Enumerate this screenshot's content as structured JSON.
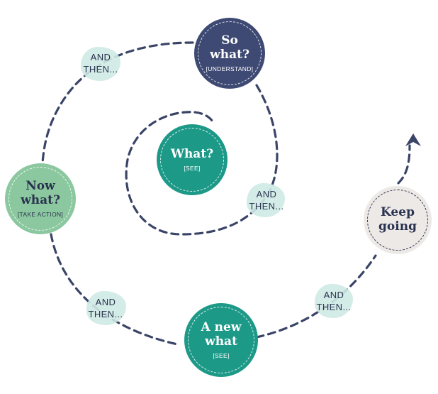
{
  "colors": {
    "navy": "#3e4a73",
    "teal": "#1d9988",
    "green": "#8cc89f",
    "cream": "#ede9e7",
    "dash": "#3a4467",
    "blob": "#cfeae4",
    "dark_text": "#2a3350"
  },
  "nodes": {
    "so_what": {
      "title": "So what?",
      "sub": "[UNDERSTAND]"
    },
    "what": {
      "title": "What?",
      "sub": "[SEE]"
    },
    "now_what": {
      "title": "Now what?",
      "sub": "[TAKE ACTION]"
    },
    "new_what": {
      "title": "A new what",
      "sub": "[SEE]"
    },
    "keep_going": {
      "title": "Keep going"
    }
  },
  "connectors": {
    "top_left": [
      "AND",
      "THEN..."
    ],
    "right": [
      "AND",
      "THEN..."
    ],
    "bottom_left": [
      "AND",
      "THEN..."
    ],
    "bottom_right": [
      "AND",
      "THEN..."
    ]
  },
  "icons": {
    "arrow": "up-arrow-icon"
  }
}
